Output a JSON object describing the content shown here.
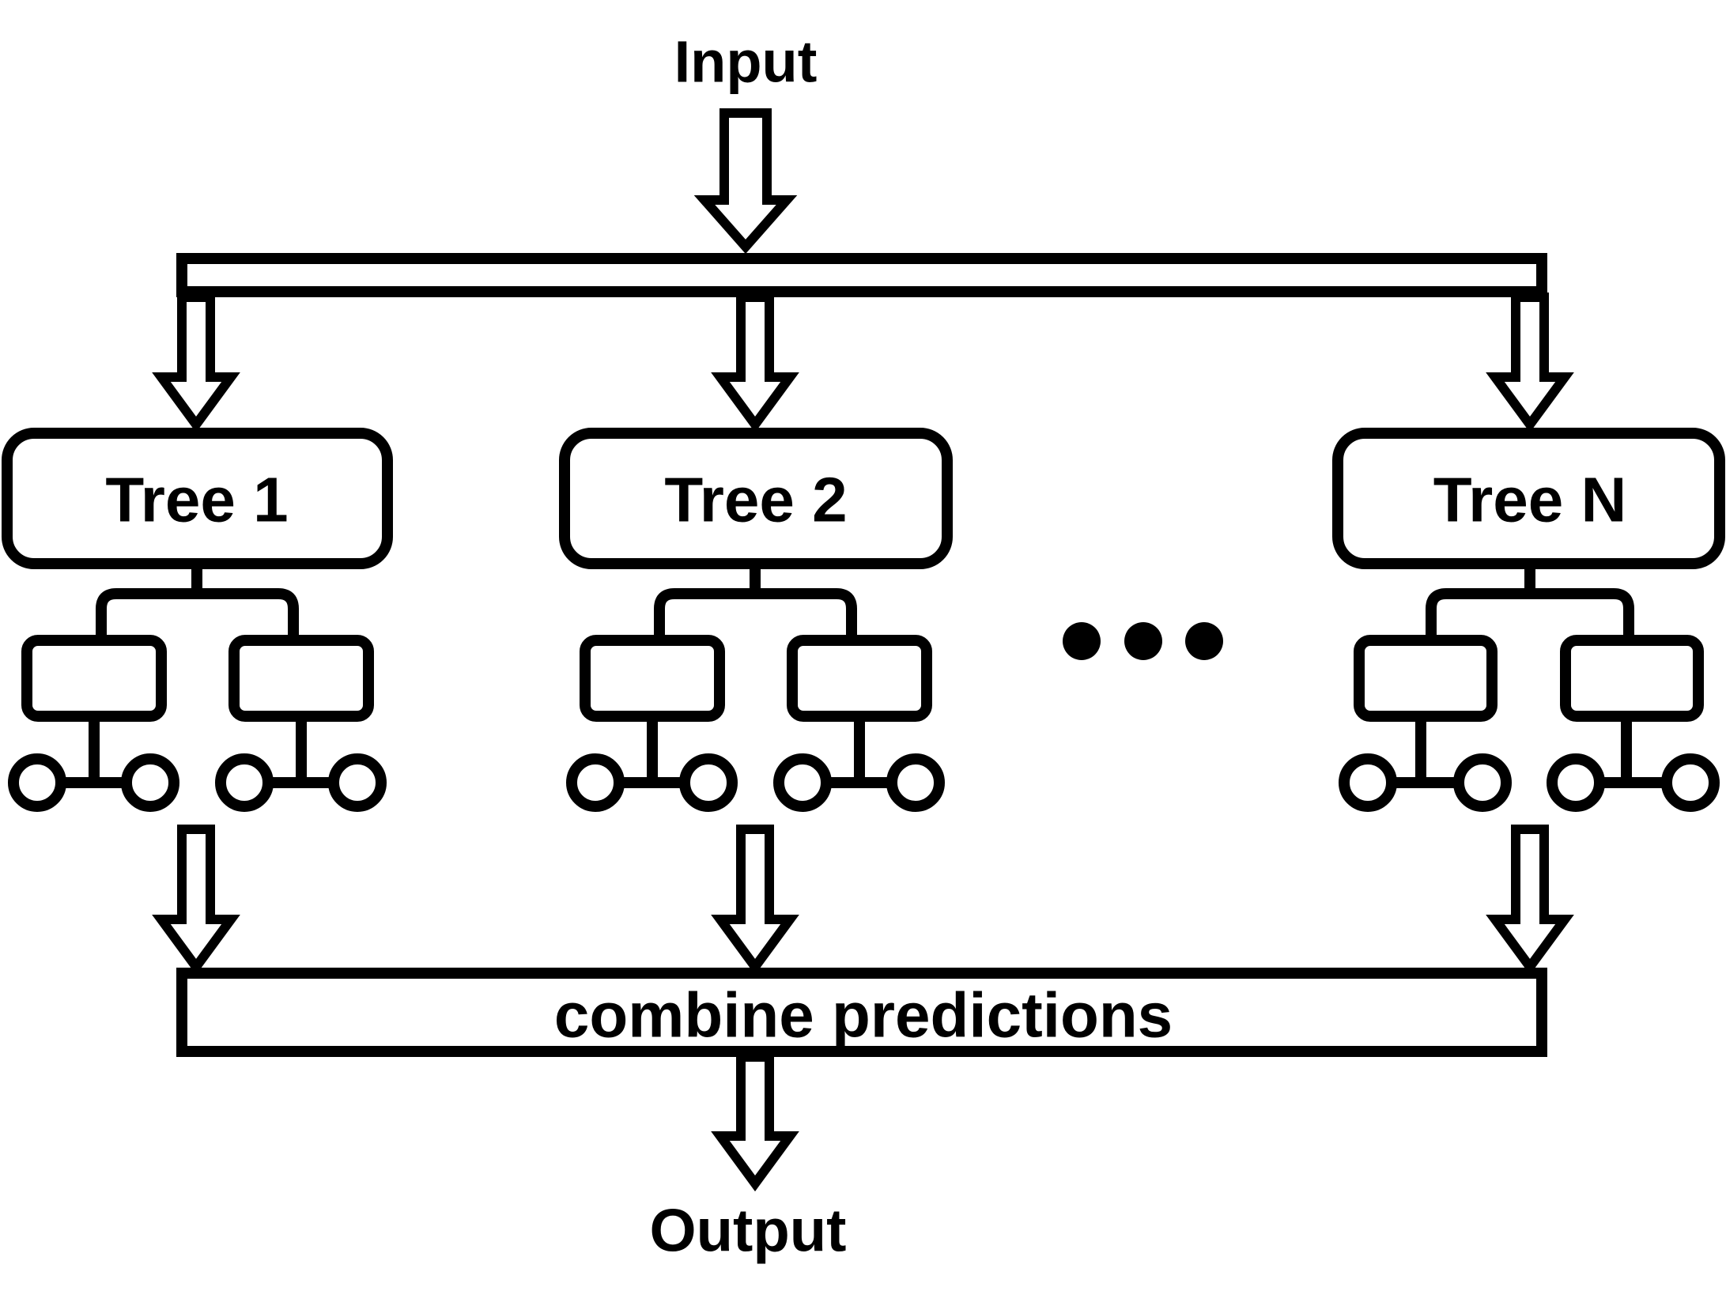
{
  "diagram": {
    "input_label": "Input",
    "output_label": "Output",
    "combine_label": "combine predictions",
    "trees": [
      {
        "label": "Tree 1"
      },
      {
        "label": "Tree 2"
      },
      {
        "label": "Tree N"
      }
    ],
    "colors": {
      "line": "#000000",
      "fill": "#ffffff",
      "background": "#ffffff"
    }
  }
}
